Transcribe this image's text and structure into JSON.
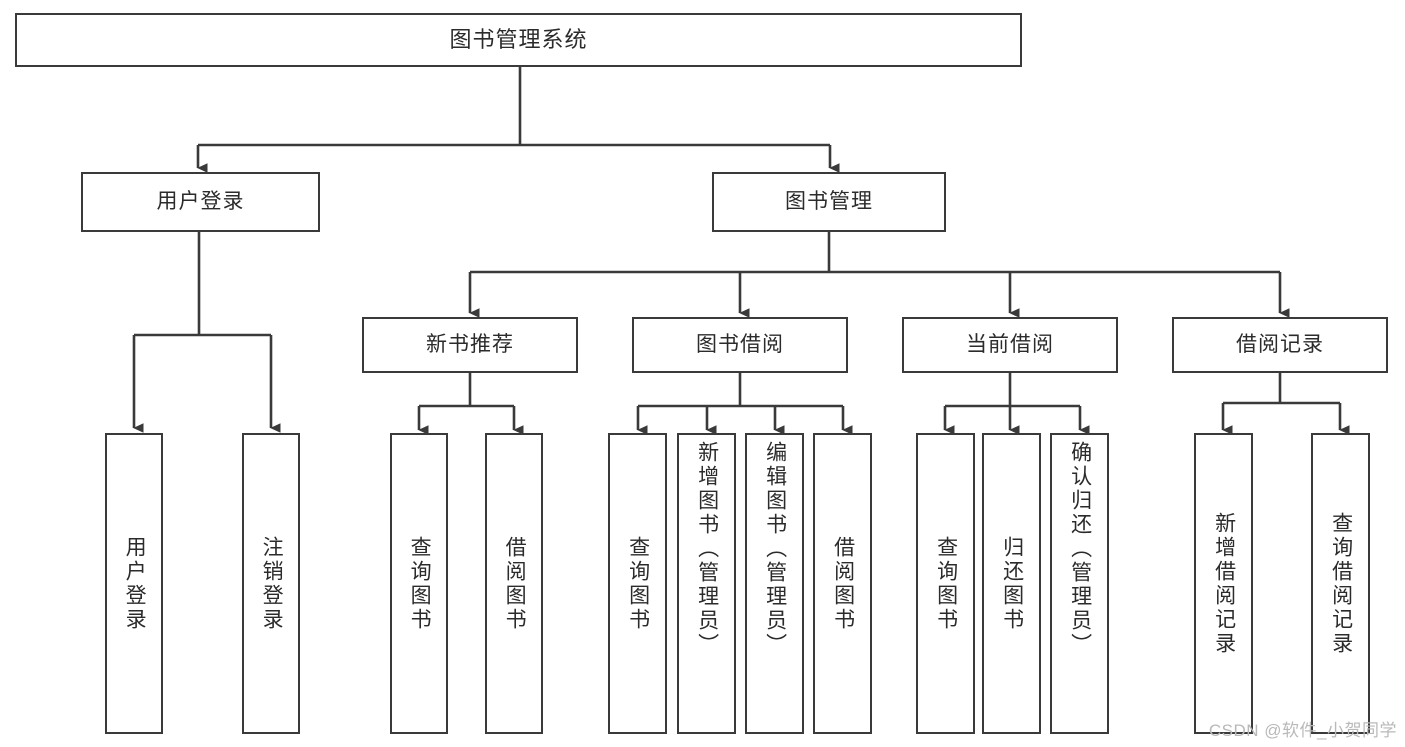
{
  "diagram": {
    "title": "图书管理系统",
    "watermark": "CSDN @软件_小贺同学",
    "line_color": "#3a3a3a",
    "box_fill": "#ffffff",
    "text_color": "#2b2b2b",
    "level2": {
      "user_login": "用户登录",
      "book_manage": "图书管理"
    },
    "level3": {
      "new_book_rec": "新书推荐",
      "book_borrow": "图书借阅",
      "current_borrow": "当前借阅",
      "borrow_record": "借阅记录"
    },
    "leaves": {
      "user_login_1": "用户登录",
      "user_login_2": "注销登录",
      "new_book_1": "查询图书",
      "new_book_2": "借阅图书",
      "borrow_1": "查询图书",
      "borrow_2": "新增图书（管理员）",
      "borrow_3": "编辑图书（管理员）",
      "borrow_4": "借阅图书",
      "current_1": "查询图书",
      "current_2": "归还图书",
      "current_3": "确认归还（管理员）",
      "record_1": "新增借阅记录",
      "record_2": "查询借阅记录"
    }
  }
}
